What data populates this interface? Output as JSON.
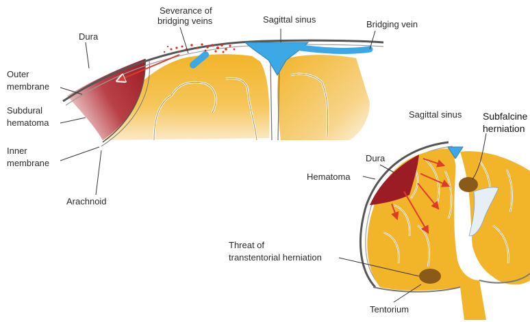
{
  "colors": {
    "brain": "#f2b52a",
    "brain_light": "#f8ddb0",
    "hematoma": "#9c1c25",
    "hematoma_light": "#e8b9b9",
    "sinus": "#3da8e6",
    "dura": "#6f6f6f",
    "arrow": "#e03b2a",
    "ventricle": "#e6eef6",
    "herniation": "#8a5a18"
  },
  "top_diagram": {
    "labels": {
      "severance": [
        "Severance of",
        "bridging veins"
      ],
      "sagittal_sinus": "Sagittal sinus",
      "bridging_vein": "Bridging vein",
      "dura": "Dura",
      "outer_membrane": [
        "Outer",
        "membrane"
      ],
      "subdural_hematoma": [
        "Subdural",
        "hematoma"
      ],
      "inner_membrane": [
        "Inner",
        "membrane"
      ],
      "arachnoid": "Arachnoid"
    }
  },
  "bottom_diagram": {
    "labels": {
      "sagittal_sinus": "Sagittal sinus",
      "subfalcine_herniation": [
        "Subfalcine",
        "herniation"
      ],
      "dura": "Dura",
      "hematoma": "Hematoma",
      "transtentorial": [
        "Threat of",
        "transtentorial herniation"
      ],
      "tentorium": "Tentorium"
    }
  }
}
